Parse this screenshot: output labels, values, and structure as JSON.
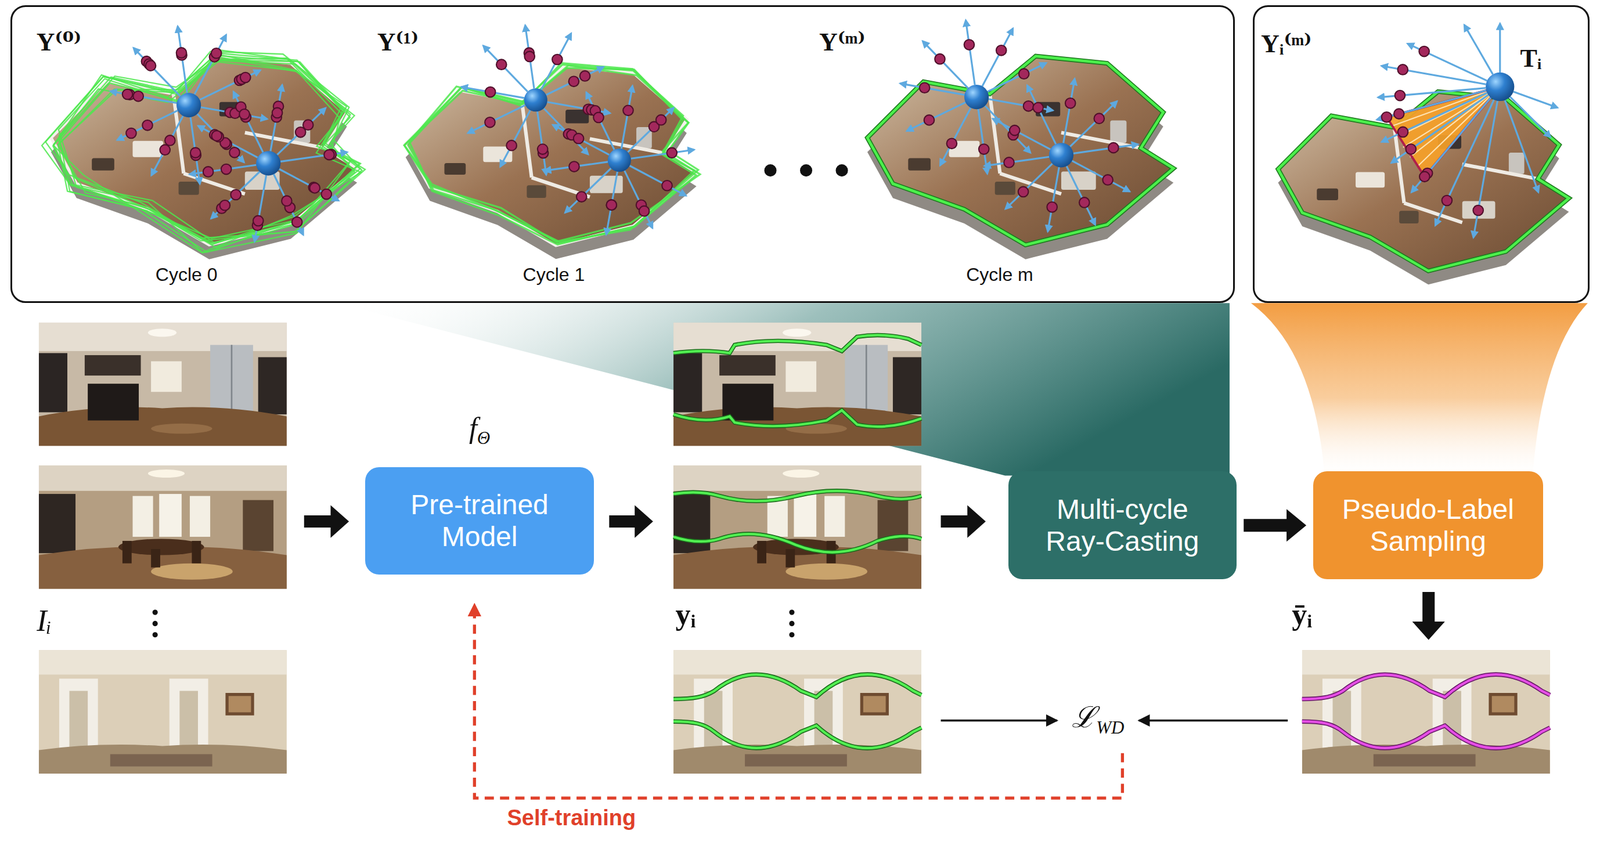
{
  "diagram": {
    "nodes": [
      {
        "text": [
          "Y⁽⁰⁾",
          "Y⁽¹⁾",
          "Y⁽ᵐ⁾",
          "Cycle 0",
          "Cycle 1",
          "Cycle m"
        ]
      },
      {
        "text": [
          "Yᵢ⁽ᵐ⁾",
          "Tᵢ"
        ]
      },
      {
        "text": [
          "Pre-trained Model"
        ]
      },
      {
        "text": [
          "Multi-cycle Ray-Casting"
        ]
      },
      {
        "text": [
          "Pseudo-Label Sampling"
        ]
      }
    ],
    "edges": [
      {
        "from": 3,
        "to": 4,
        "arrow": "to"
      }
    ],
    "labels": [
      "fΘ",
      "Iᵢ",
      "yᵢ",
      "ȳᵢ",
      "ℒWD",
      "Self-training"
    ]
  }
}
